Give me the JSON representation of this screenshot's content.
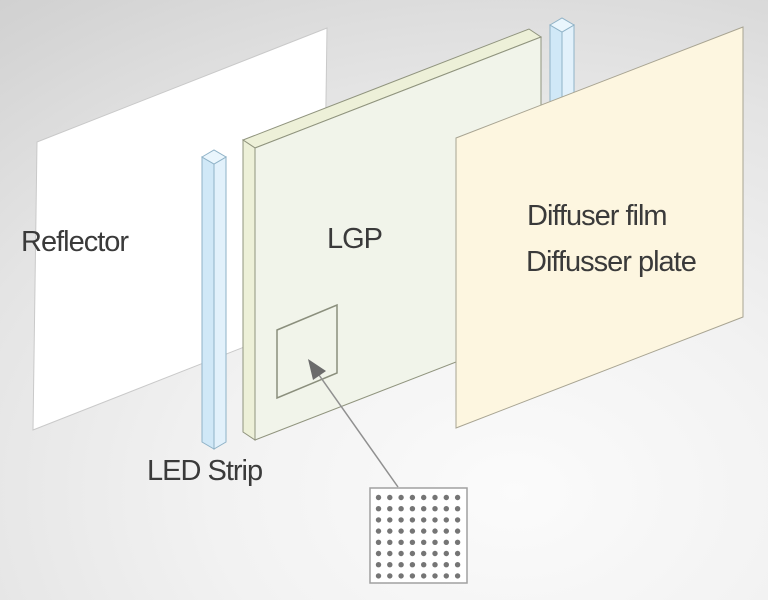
{
  "diagram": {
    "type": "exploded-backlight-unit-diagram",
    "labels": {
      "reflector": "Reflector",
      "led_strip": "LED Strip",
      "lgp": "LGP",
      "diffuser_film": "Diffuser film",
      "diffuser_plate": "Diffusser plate"
    },
    "colors": {
      "reflector": "#ffffff",
      "lgp_front": "#f1f4ea",
      "lgp_edge": "#edf0d8",
      "led_front": "#d0e8f7",
      "led_side": "#e2f1fb",
      "led_top": "#eaf6fd",
      "diffuser": "#fdf6e0",
      "pattern_bg": "#ffffff",
      "dot": "#757575",
      "label_text": "#3a3a3a"
    },
    "dot_pattern": {
      "rows": 8,
      "cols": 8
    }
  }
}
